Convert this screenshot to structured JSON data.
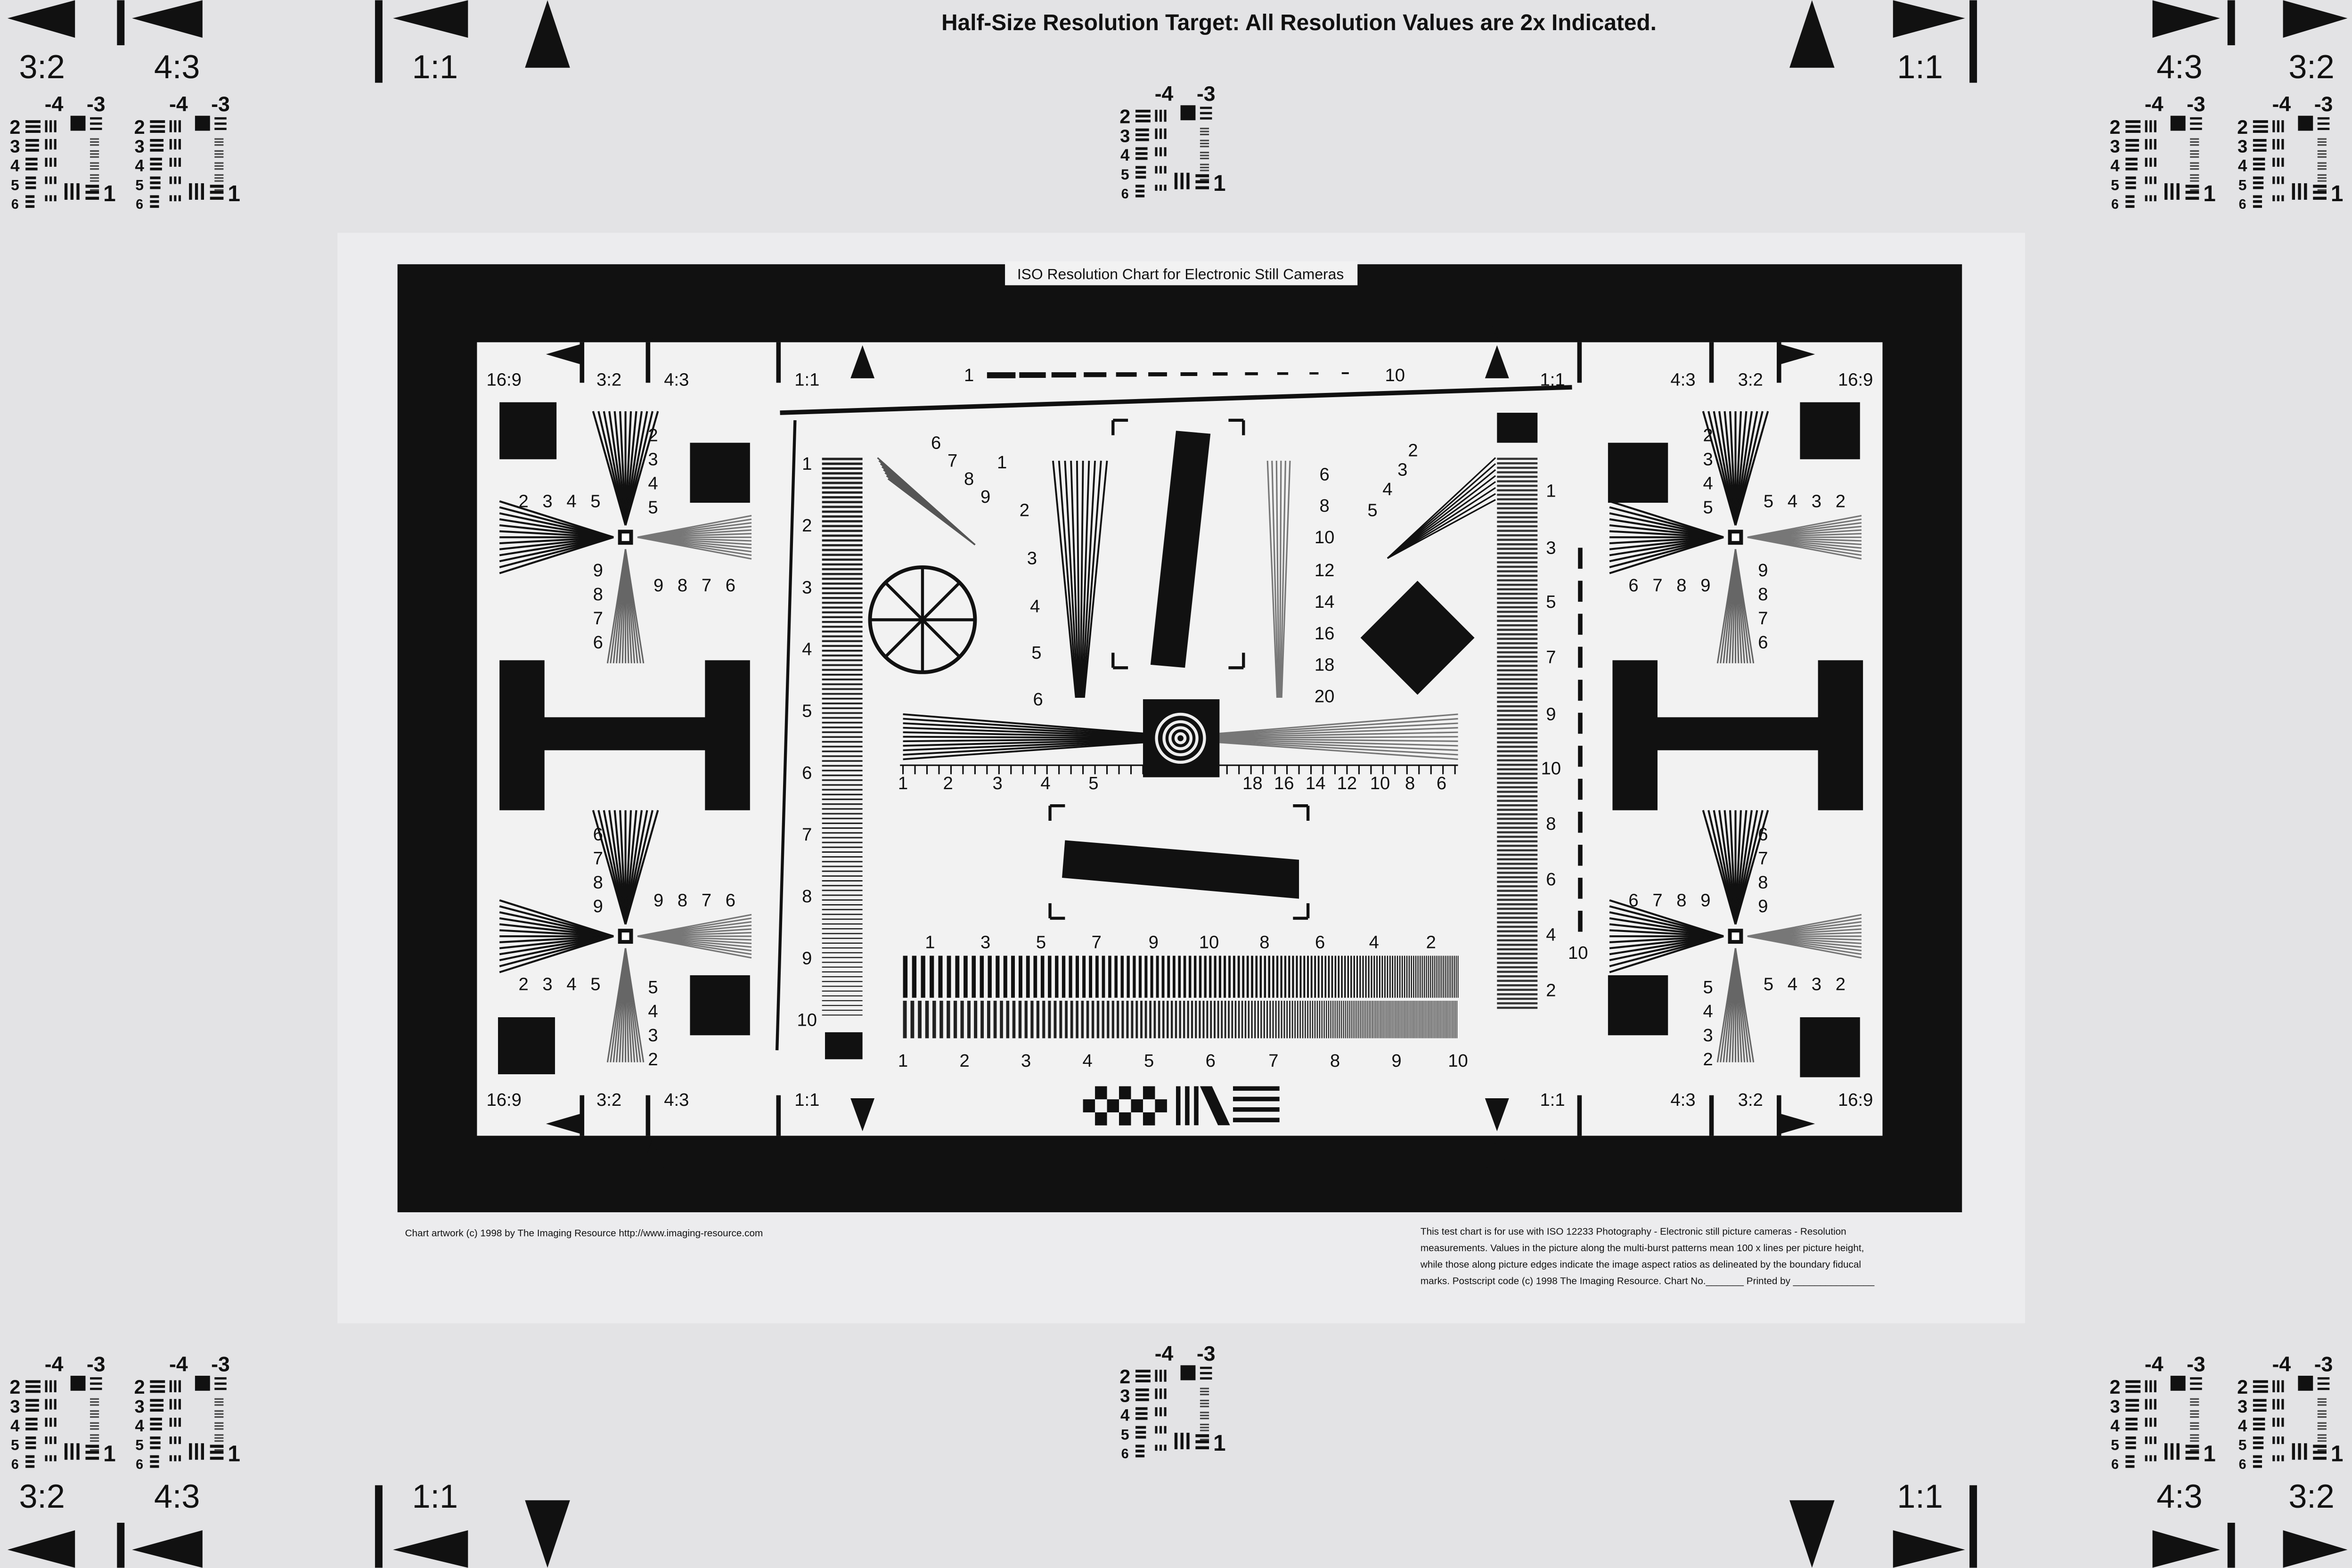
{
  "header": {
    "title": "Half-Size Resolution Target: All Resolution Values are 2x Indicated."
  },
  "corner_labels": {
    "r32": "3:2",
    "r43": "4:3",
    "r11": "1:1"
  },
  "patch": {
    "top": [
      "-4",
      "-3"
    ],
    "rows": [
      "2",
      "3",
      "4",
      "5",
      "6"
    ],
    "bottom": "1"
  },
  "chart": {
    "title": "ISO Resolution Chart for Electronic Still Cameras",
    "aspect_labels": [
      "16:9",
      "3:2",
      "4:3",
      "1:1",
      "1:1",
      "4:3",
      "3:2",
      "16:9"
    ],
    "top_scale": [
      "1",
      "10"
    ],
    "left_scale": [
      "1",
      "2",
      "3",
      "4",
      "5",
      "6",
      "7",
      "8",
      "9",
      "10"
    ],
    "right_scale": [
      "1",
      "3",
      "5",
      "7",
      "9",
      "10",
      "8",
      "6",
      "4",
      "2"
    ],
    "right_scale_extra": "10",
    "hyper_left": [
      "1",
      "2",
      "3",
      "4",
      "5"
    ],
    "hyper_right": [
      "18",
      "16",
      "14",
      "12",
      "10",
      "8",
      "6"
    ],
    "wedge_left": [
      "1",
      "2",
      "3",
      "4",
      "5",
      "6"
    ],
    "wedge_right": [
      "6",
      "8",
      "10",
      "12",
      "14",
      "16",
      "18",
      "20"
    ],
    "diag_left": [
      "6",
      "7",
      "8",
      "9"
    ],
    "diag_right": [
      "2",
      "3",
      "4",
      "5"
    ],
    "burst_top": [
      "1",
      "3",
      "5",
      "7",
      "9",
      "10",
      "8",
      "6",
      "4",
      "2"
    ],
    "burst_bottom": [
      "1",
      "2",
      "3",
      "4",
      "5",
      "6",
      "7",
      "8",
      "9",
      "10"
    ],
    "cross_a": [
      "2",
      "3",
      "4",
      "5"
    ],
    "cross_b": [
      "9",
      "8",
      "7",
      "6"
    ]
  },
  "footer": {
    "left": "Chart artwork (c) 1998 by The Imaging Resource http://www.imaging-resource.com",
    "right": [
      "This test chart is for use with ISO 12233 Photography - Electronic still picture cameras - Resolution",
      "measurements. Values in the picture along the multi-burst patterns mean 100 x lines per picture height,",
      "while those along picture edges indicate the image aspect ratios as delineated by the boundary fiducal",
      "marks. Postscript code  (c) 1998 The Imaging Resource. Chart No._______ Printed by _______________"
    ]
  }
}
